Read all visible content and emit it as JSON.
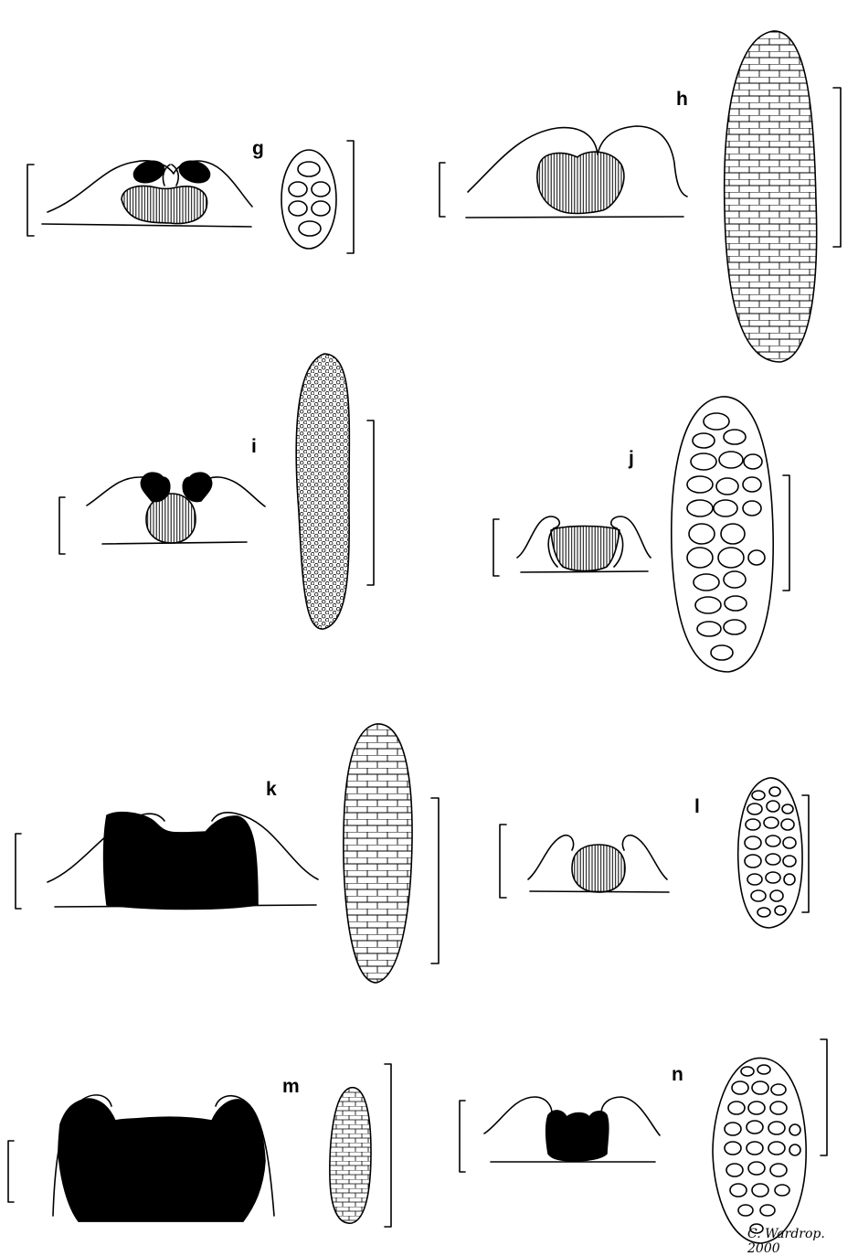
{
  "panels": [
    {
      "key": "g",
      "label": "g"
    },
    {
      "key": "h",
      "label": "h"
    },
    {
      "key": "i",
      "label": "i"
    },
    {
      "key": "j",
      "label": "j"
    },
    {
      "key": "k",
      "label": "k"
    },
    {
      "key": "l",
      "label": "l"
    },
    {
      "key": "m",
      "label": "m"
    },
    {
      "key": "n",
      "label": "n"
    }
  ],
  "signature": "C. Wardrop. 2000",
  "colors": {
    "ink": "#000000",
    "paper": "#ffffff"
  }
}
